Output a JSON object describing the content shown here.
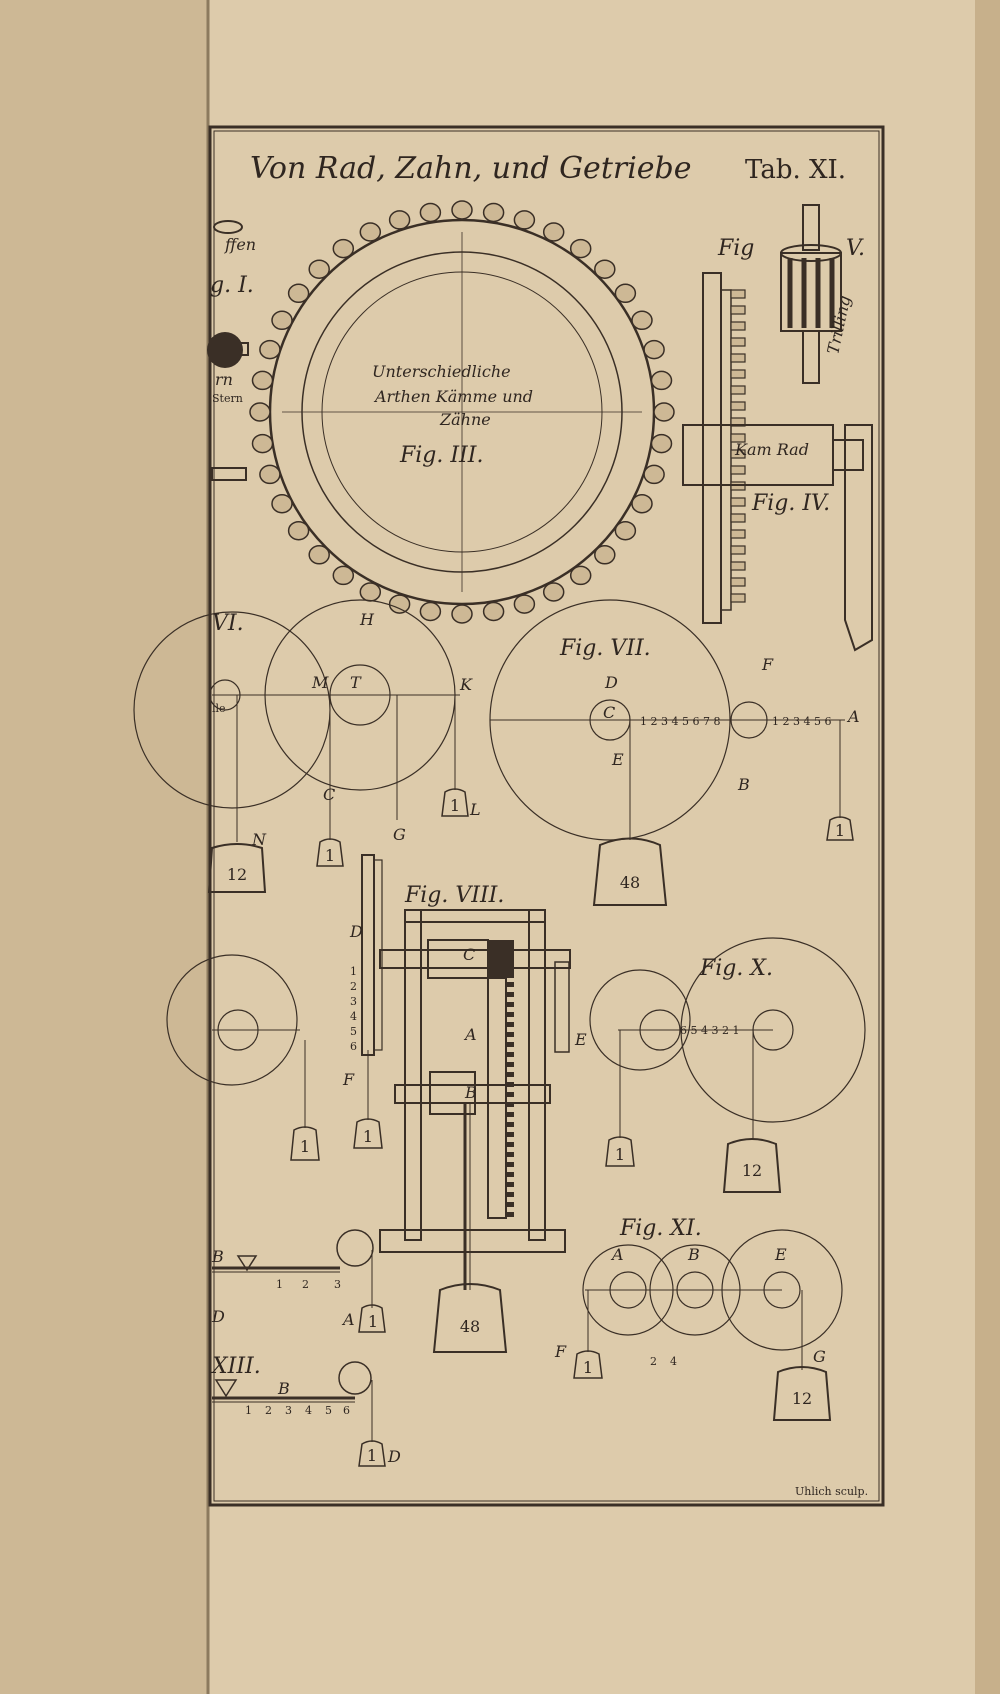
{
  "plate": {
    "title": "Von Rad, Zahn, und Getriebe",
    "tab_label": "Tab. XI.",
    "engraver": "Uhlich sculp."
  },
  "figures": {
    "fig1": {
      "label": "g. I.",
      "words": [
        "ffen",
        "rn",
        "Stern"
      ]
    },
    "fig3": {
      "caption_line1": "Unterschiedliche",
      "caption_line2": "Arthen Kämme und",
      "caption_line3": "Zähne",
      "label": "Fig. III."
    },
    "fig4": {
      "label": "Fig. IV.",
      "text": "Kam Rad"
    },
    "fig5": {
      "label_left": "Fig",
      "label_right": "V.",
      "text": "Trilling"
    },
    "fig6": {
      "label": "VI.",
      "letters": [
        "H",
        "M",
        "T",
        "K",
        "N",
        "C",
        "G",
        "L",
        "lle"
      ],
      "weights": [
        "12",
        "1",
        "1"
      ]
    },
    "fig7": {
      "label": "Fig. VII.",
      "letters": [
        "D",
        "C",
        "E",
        "F",
        "B",
        "A"
      ],
      "weights": [
        "48",
        "1"
      ],
      "scale_left": "1 2 3 4 5 6 7 8",
      "scale_right": "1 2 3 4 5 6"
    },
    "fig8": {
      "label": "Fig. VIII.",
      "letters": [
        "D",
        "C",
        "A",
        "B",
        "E",
        "F"
      ],
      "weights": [
        "1",
        "1",
        "48"
      ],
      "scale": [
        "1",
        "2",
        "3",
        "4",
        "5",
        "6"
      ]
    },
    "fig10": {
      "label": "Fig. X.",
      "weights": [
        "1",
        "12"
      ],
      "scale": "6 5 4 3 2 1"
    },
    "fig11": {
      "label": "Fig. XI.",
      "letters": [
        "A",
        "B",
        "E",
        "F",
        "G"
      ],
      "weights": [
        "1",
        "12"
      ],
      "numbers": [
        "2",
        "4"
      ]
    },
    "fig12": {
      "letters": [
        "B",
        "A",
        "D"
      ],
      "weights": [
        "1"
      ],
      "scale": [
        "1",
        "2",
        "3"
      ]
    },
    "fig13": {
      "label": "XIII.",
      "letters": [
        "B",
        "D"
      ],
      "weights": [
        "1"
      ],
      "scale": [
        "1",
        "2",
        "3",
        "4",
        "5",
        "6"
      ]
    }
  },
  "colors": {
    "paper": "#ddcbab",
    "ink": "#3a2f26",
    "binding": "#cdb895"
  }
}
